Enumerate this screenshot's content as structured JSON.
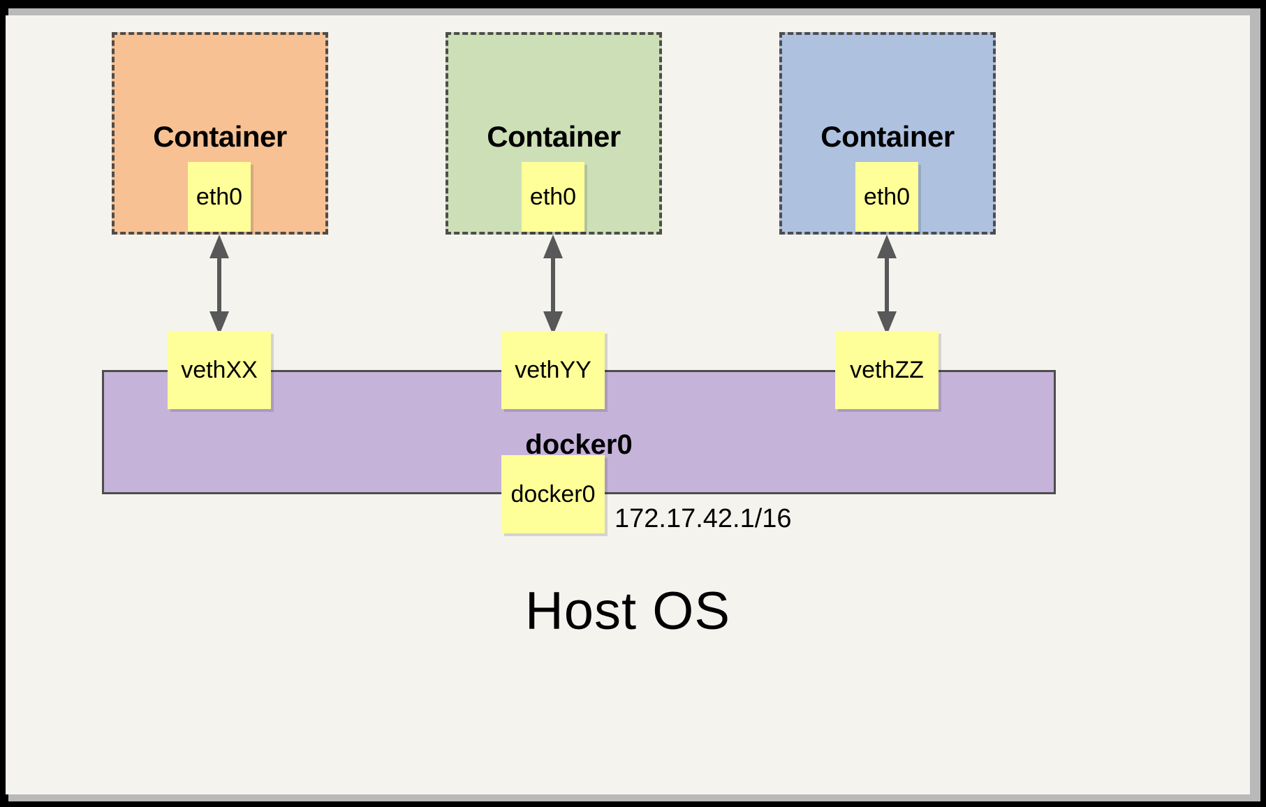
{
  "diagram": {
    "title_bottom": "Host OS",
    "bridge": {
      "name": "docker0",
      "iface_label": "docker0",
      "ip": "172.17.42.1/16",
      "fill": "#c5b3d9",
      "stroke": "#4d4d4d"
    },
    "containers": [
      {
        "label": "Container",
        "iface": "eth0",
        "veth": "vethXX",
        "fill": "#f7c193"
      },
      {
        "label": "Container",
        "iface": "eth0",
        "veth": "vethYY",
        "fill": "#cddfb7"
      },
      {
        "label": "Container",
        "iface": "eth0",
        "veth": "vethZZ",
        "fill": "#aec1df"
      }
    ],
    "colors": {
      "background": "#f4f3ee",
      "iface_fill": "#ffff99",
      "frame": "#000000",
      "dash_border": "#4d4d4d",
      "arrow": "#585858"
    },
    "arrows": [
      {
        "name": "veth-link-1",
        "direction": "bidirectional"
      },
      {
        "name": "veth-link-2",
        "direction": "bidirectional"
      },
      {
        "name": "veth-link-3",
        "direction": "bidirectional"
      }
    ]
  }
}
